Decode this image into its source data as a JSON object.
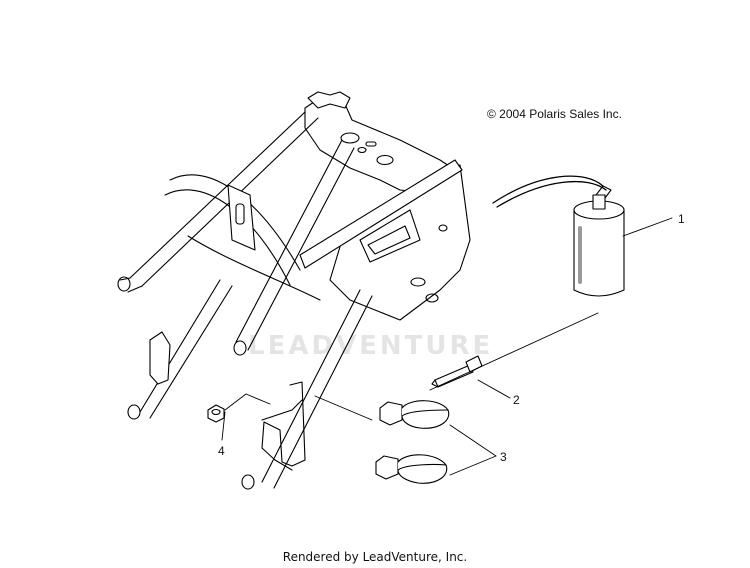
{
  "copyright": "© 2004 Polaris Sales Inc.",
  "footer": "Rendered by LeadVenture, Inc.",
  "watermark": "LEADVENTURE",
  "callouts": {
    "c1": "1",
    "c2": "2",
    "c3": "3",
    "c4": "4"
  },
  "colors": {
    "line": "#000000",
    "background": "#ffffff"
  }
}
